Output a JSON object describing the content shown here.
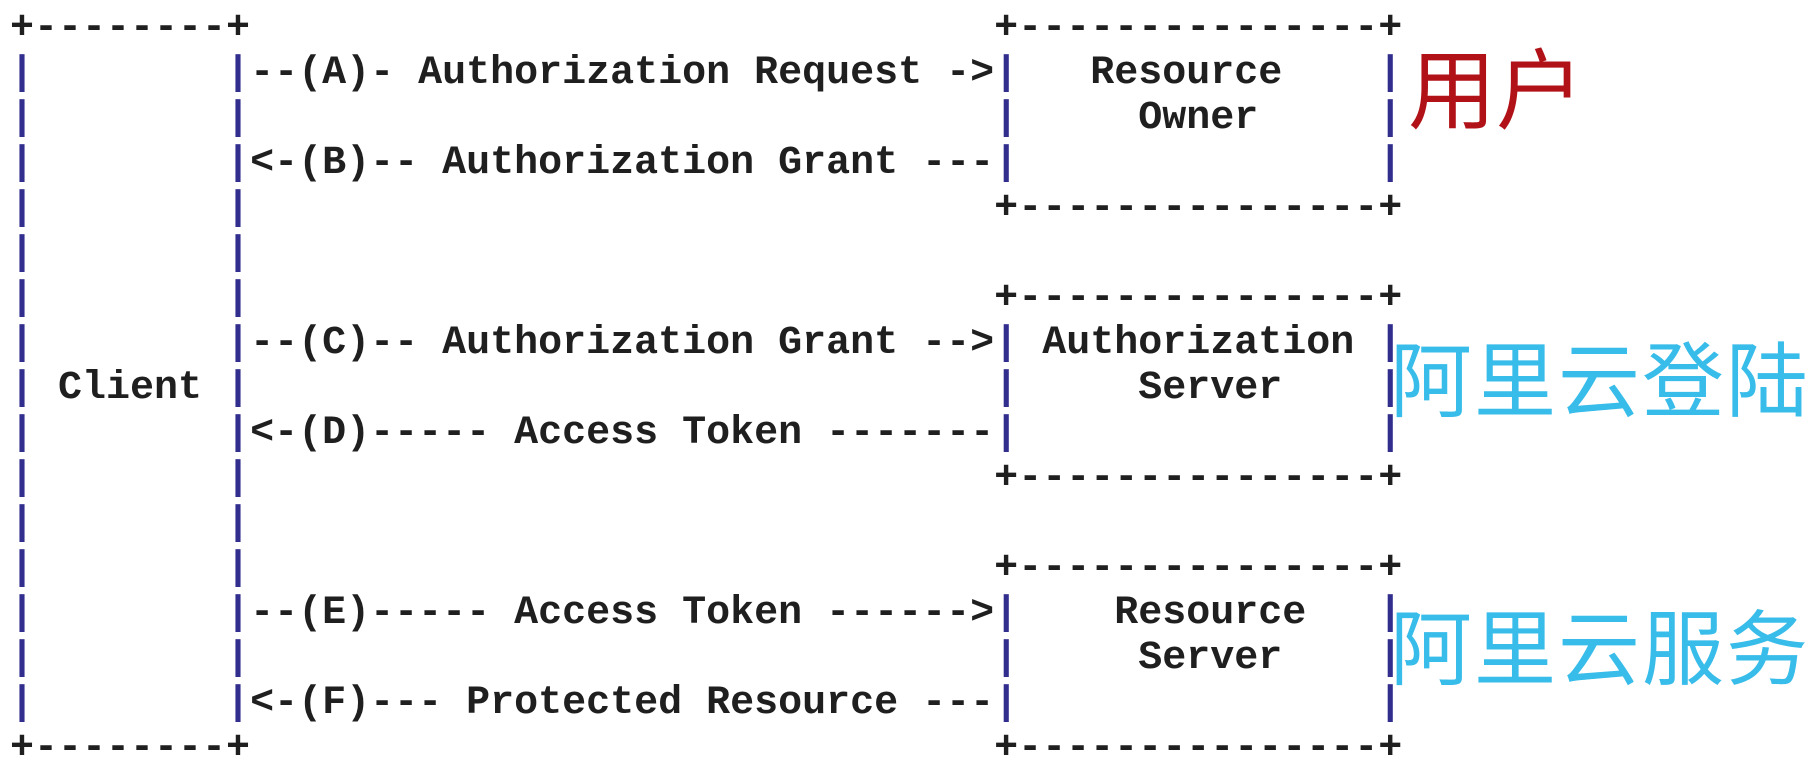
{
  "diagram": {
    "ink_color": "#1f1f1f",
    "vertical_bar_color": "#312e8d",
    "lines": [
      "+--------+                               +---------------+",
      "|        |--(A)- Authorization Request ->|   Resource    |",
      "|        |                               |     Owner     |",
      "|        |<-(B)-- Authorization Grant ---|               |",
      "|        |                               +---------------+",
      "|        |",
      "|        |                               +---------------+",
      "|        |--(C)-- Authorization Grant -->| Authorization |",
      "| Client |                               |     Server    |",
      "|        |<-(D)----- Access Token -------|               |",
      "|        |                               +---------------+",
      "|        |",
      "|        |                               +---------------+",
      "|        |--(E)----- Access Token ------>|    Resource   |",
      "|        |                               |     Server    |",
      "|        |<-(F)--- Protected Resource ---|               |",
      "+--------+                               +---------------+"
    ]
  },
  "annotations": [
    {
      "id": "user",
      "text": "用户",
      "color": "#b01218",
      "attached_to": "Resource Owner"
    },
    {
      "id": "aliyun-login",
      "text": "阿里云登陆",
      "color": "#38bce9",
      "attached_to": "Authorization Server"
    },
    {
      "id": "aliyun-service",
      "text": "阿里云服务",
      "color": "#38bce9",
      "attached_to": "Resource Server"
    }
  ],
  "semantics": {
    "nodes": [
      "Client",
      "Resource Owner",
      "Authorization Server",
      "Resource Server"
    ],
    "flows": [
      {
        "step": "A",
        "label": "Authorization Request",
        "from": "Client",
        "to": "Resource Owner"
      },
      {
        "step": "B",
        "label": "Authorization Grant",
        "from": "Resource Owner",
        "to": "Client"
      },
      {
        "step": "C",
        "label": "Authorization Grant",
        "from": "Client",
        "to": "Authorization Server"
      },
      {
        "step": "D",
        "label": "Access Token",
        "from": "Authorization Server",
        "to": "Client"
      },
      {
        "step": "E",
        "label": "Access Token",
        "from": "Client",
        "to": "Resource Server"
      },
      {
        "step": "F",
        "label": "Protected Resource",
        "from": "Resource Server",
        "to": "Client"
      }
    ]
  }
}
